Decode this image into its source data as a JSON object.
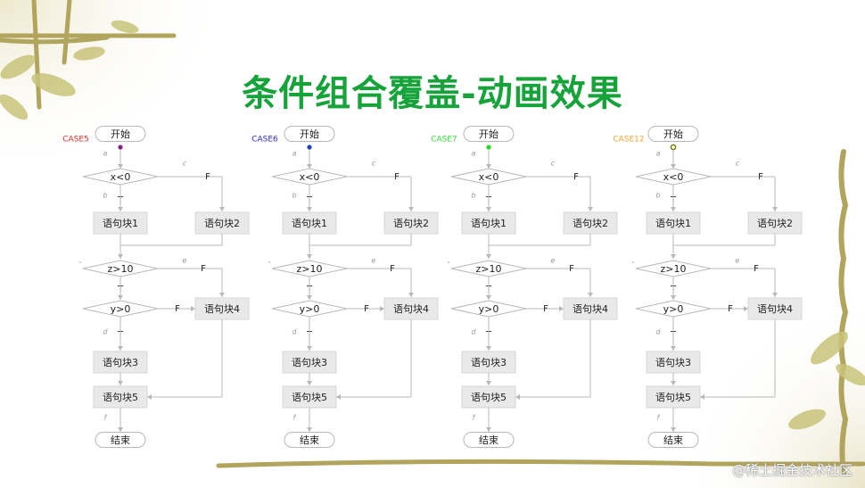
{
  "slide": {
    "title": "条件组合覆盖-动画效果",
    "watermark": "@稀土掘金技术社区"
  },
  "flowchart": {
    "nodes": {
      "start": "开始",
      "cond1": "x<0",
      "block1": "语句块1",
      "block2": "语句块2",
      "cond2": "z>10",
      "cond3": "y>0",
      "block4": "语句块4",
      "block3": "语句块3",
      "block5": "语句块5",
      "end": "结束"
    },
    "branch_true": "T",
    "branch_false": "F",
    "path_labels": [
      "a",
      "b",
      "c",
      "d",
      "e",
      "f"
    ]
  },
  "cases": [
    {
      "name": "CASE5",
      "color": "#e8322a",
      "dot": "#8a1f8a",
      "dot_hollow": false
    },
    {
      "name": "CASE6",
      "color": "#2b2bd8",
      "dot": "#1f3fbf",
      "dot_hollow": false
    },
    {
      "name": "CASE7",
      "color": "#36e03e",
      "dot": "#22dd22",
      "dot_hollow": false
    },
    {
      "name": "CASE12",
      "color": "#f0a23a",
      "dot": "#7a7a00",
      "dot_hollow": true
    }
  ],
  "colors": {
    "title": "#16a33a",
    "box_fill": "#e9e9e9",
    "line": "#b8b8b8",
    "leaf": "#c9c47a",
    "vine": "#b1a45d"
  }
}
